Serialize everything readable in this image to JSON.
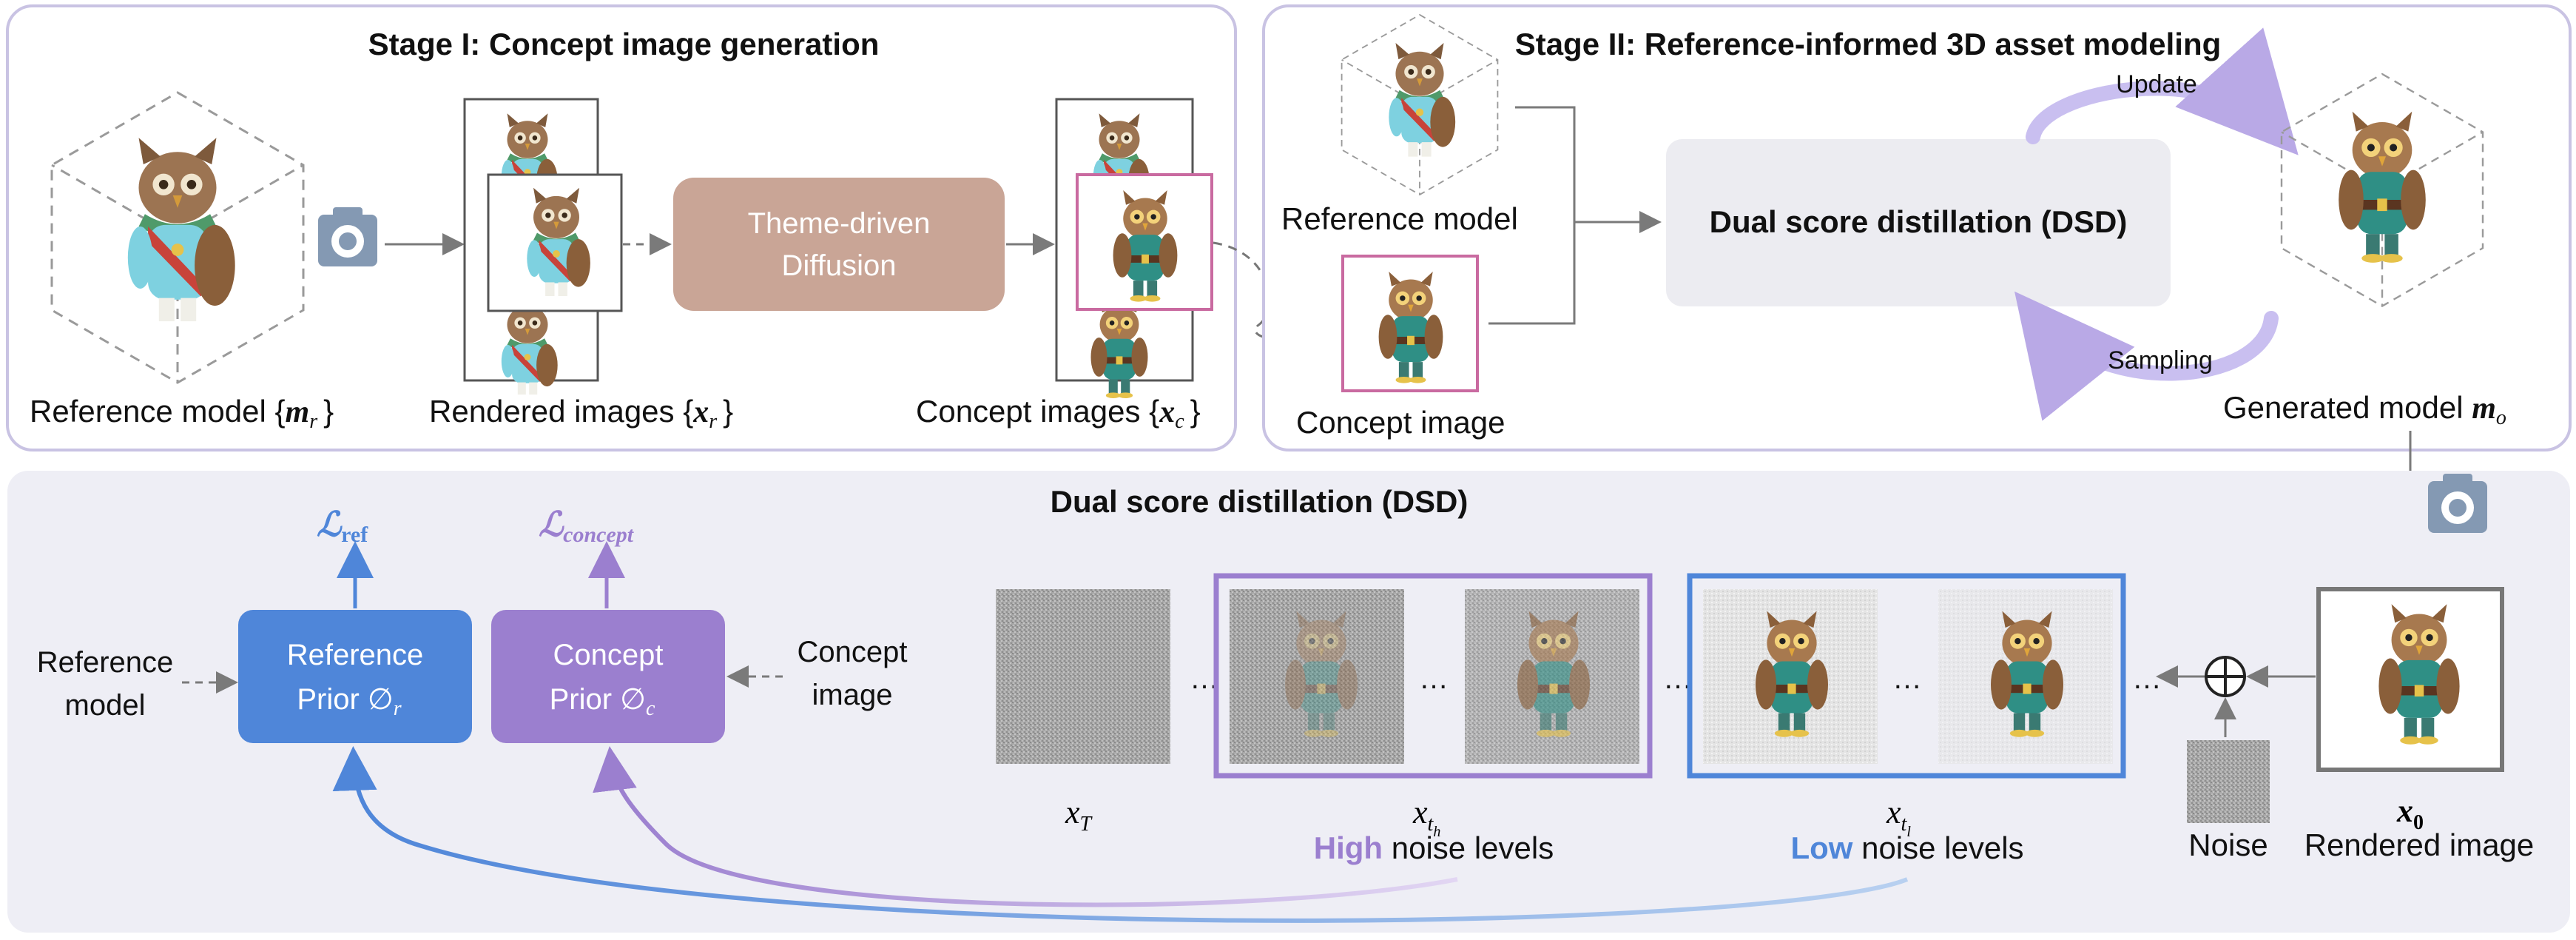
{
  "stage1": {
    "title": "Stage I: Concept image generation",
    "reference_label": "Reference model {",
    "reference_sym": "m",
    "reference_sub": "r",
    "rendered_label": "Rendered images {",
    "rendered_sym": "x",
    "rendered_sub": "r",
    "diffusion_line1": "Theme-driven",
    "diffusion_line2": "Diffusion",
    "concept_label": "Concept images {",
    "concept_sym": "x",
    "concept_sub": "c",
    "brace_close": "}"
  },
  "stage2": {
    "title": "Stage II: Reference-informed 3D asset modeling",
    "reference_label": "Reference model",
    "concept_label": "Concept image",
    "dsd_label": "Dual score distillation (DSD)",
    "update_label": "Update",
    "sampling_label": "Sampling",
    "generated_label": "Generated model ",
    "generated_sym": "m",
    "generated_sub": "o"
  },
  "dsd": {
    "title": "Dual score distillation (DSD)",
    "loss_ref": "ℒ",
    "loss_ref_sub": "ref",
    "loss_concept": "ℒ",
    "loss_concept_sub": "concept",
    "ref_prior_line1": "Reference",
    "ref_prior_line2": "Prior ∅",
    "ref_prior_sub": "r",
    "concept_prior_line1": "Concept",
    "concept_prior_line2": "Prior ∅",
    "concept_prior_sub": "c",
    "ref_input_line1": "Reference",
    "ref_input_line2": "model",
    "concept_input_line1": "Concept",
    "concept_input_line2": "image",
    "xT": "x",
    "xT_sub": "T",
    "xth": "x",
    "xth_sub": "t",
    "xth_subsub": "h",
    "xtl": "x",
    "xtl_sub": "t",
    "xtl_subsub": "l",
    "high_word": "High",
    "high_rest": " noise levels",
    "low_word": "Low",
    "low_rest": " noise levels",
    "noise_label": "Noise",
    "x0": "x",
    "x0_sub": "0",
    "rendered_label": "Rendered image",
    "ellipsis": "…"
  },
  "colors": {
    "ref_blue": "#4f86d9",
    "concept_purple": "#9b7fcf",
    "diffusion_box": "#c9a596",
    "concept_border": "#c96aa0",
    "panel_fill": "#eeeef5",
    "panel_border": "#c9c3e3",
    "dsd_box": "#ececf1"
  }
}
